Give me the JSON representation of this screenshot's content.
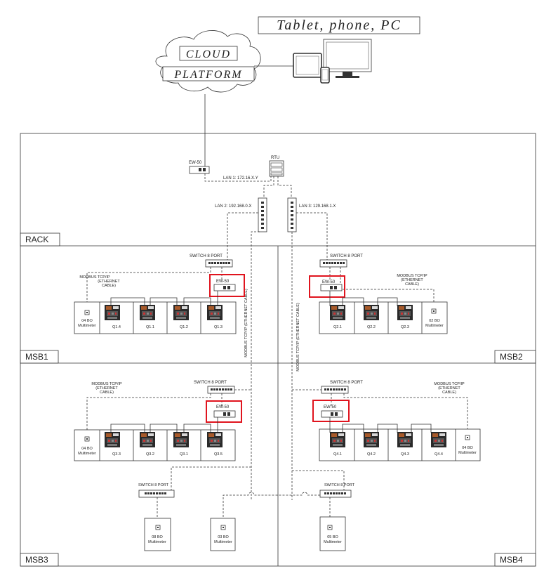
{
  "top_label": "Tablet, phone, PC",
  "cloud": {
    "line1": "CLOUD",
    "line2": "PLATFORM"
  },
  "rack": {
    "label": "RACK",
    "ew50_label": "EW-50",
    "rtu_label": "RTU",
    "lan1": "LAN 1: 172.16.X.Y",
    "lan2": "LAN 2: 192.168.0.X",
    "lan3": "LAN 3: 129.168.1.X"
  },
  "common": {
    "switch": "SWITCH 8 PORT",
    "ew50": "EW-50",
    "modbus1": "MODBUS TCP/IP",
    "modbus2": "(ETHERNET",
    "modbus3": "CABLE)",
    "vertical_modbus": "MODBUS TCP/IP (ETHERNET CABLE)",
    "meter_suffix": "Multimeter"
  },
  "zones": [
    "MSB1",
    "MSB2",
    "MSB3",
    "MSB4"
  ],
  "msb1": {
    "meter": "04 BO",
    "breakers": [
      "Q1.4",
      "Q1.1",
      "Q1.2",
      "Q1.3"
    ]
  },
  "msb2": {
    "meter": "02 BO",
    "breakers": [
      "Q2.1",
      "Q2.2",
      "Q2.3"
    ]
  },
  "msb3": {
    "meter": "04 BO",
    "breakers": [
      "Q3.3",
      "Q3.2",
      "Q3.1",
      "Q3.5"
    ]
  },
  "msb4": {
    "meter": "04 BO",
    "breakers": [
      "Q4.1",
      "Q4.2",
      "Q4.3",
      "Q4.4"
    ]
  },
  "bottom_meters": [
    "08 BO",
    "03 BO",
    "05 BO"
  ]
}
